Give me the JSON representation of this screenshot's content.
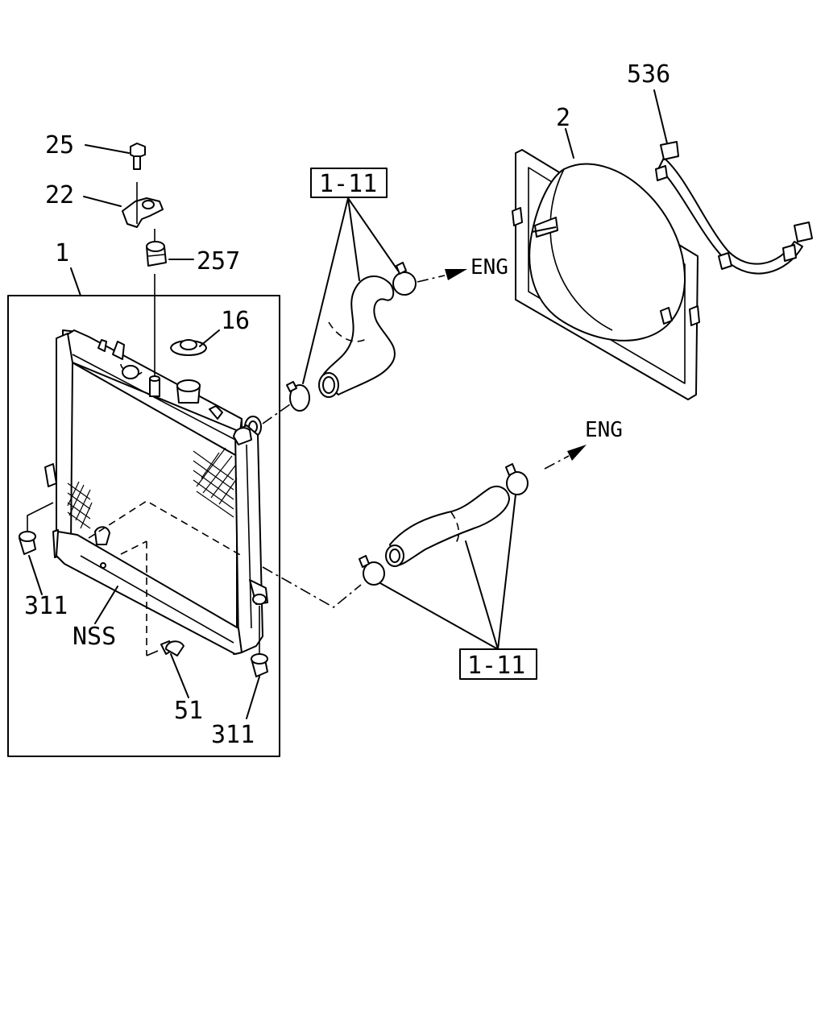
{
  "callouts": {
    "radiator_assembly": "1",
    "fan_shroud": "2",
    "filler_cap": "16",
    "bracket": "22",
    "bolt": "25",
    "drain_cock": "51",
    "grommet": "257",
    "mount_cushion_left": "311",
    "mount_cushion_right": "311",
    "clip_band": "536",
    "not_serviced": "NSS",
    "hose_kit_upper": "1-11",
    "hose_kit_lower": "1-11"
  },
  "direction_labels": {
    "upper_to_engine": "ENG",
    "lower_to_engine": "ENG"
  }
}
